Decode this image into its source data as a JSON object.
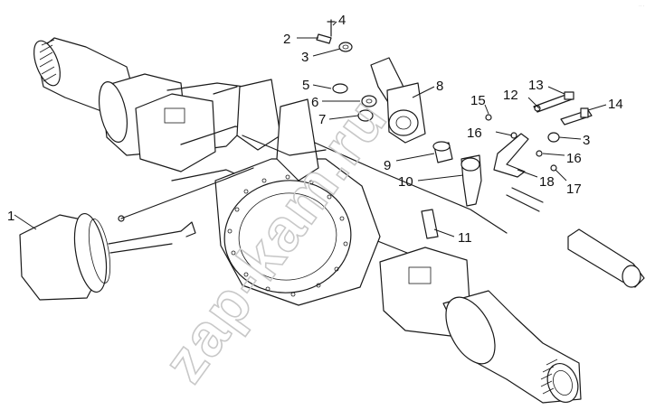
{
  "diagram": {
    "watermark": "zap-kam.ru",
    "corner_mark": "·· ·",
    "callouts": [
      {
        "id": "c1",
        "label": "1"
      },
      {
        "id": "c2",
        "label": "2"
      },
      {
        "id": "c3a",
        "label": "3"
      },
      {
        "id": "c3b",
        "label": "3"
      },
      {
        "id": "c4",
        "label": "4"
      },
      {
        "id": "c5",
        "label": "5"
      },
      {
        "id": "c6",
        "label": "6"
      },
      {
        "id": "c7",
        "label": "7"
      },
      {
        "id": "c8",
        "label": "8"
      },
      {
        "id": "c9",
        "label": "9"
      },
      {
        "id": "c10",
        "label": "10"
      },
      {
        "id": "c11",
        "label": "11"
      },
      {
        "id": "c12",
        "label": "12"
      },
      {
        "id": "c13",
        "label": "13"
      },
      {
        "id": "c14",
        "label": "14"
      },
      {
        "id": "c15",
        "label": "15"
      },
      {
        "id": "c16a",
        "label": "16"
      },
      {
        "id": "c16b",
        "label": "16"
      },
      {
        "id": "c17",
        "label": "17"
      },
      {
        "id": "c18",
        "label": "18"
      }
    ]
  }
}
